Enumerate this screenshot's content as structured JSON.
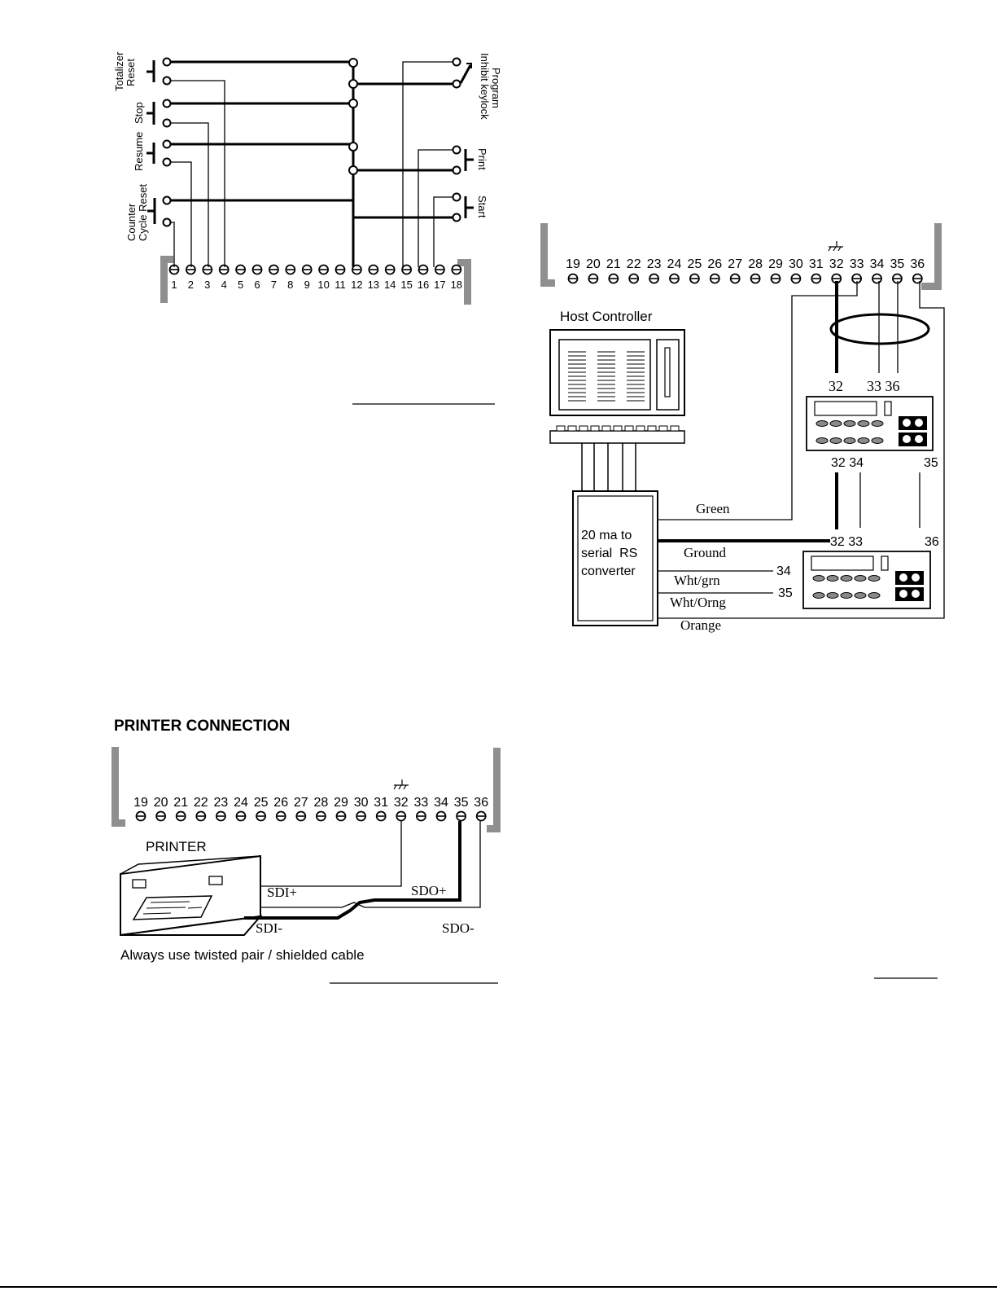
{
  "switch_wiring": {
    "left_switches": [
      "Totalizer Reset",
      "Stop",
      "Resume",
      "Cycle Reset",
      "Counter"
    ],
    "left_switch_lines": {
      "totalizer": [
        "Totalizer",
        "Reset"
      ],
      "stop": "Stop",
      "resume": "Resume",
      "counter": [
        "Counter",
        "Cycle Reset"
      ]
    },
    "right_switch_lines": {
      "program": [
        "Program",
        "Inhibit keylock"
      ],
      "print": "Print",
      "start": "Start"
    },
    "terminals": [
      "1",
      "2",
      "3",
      "4",
      "5",
      "6",
      "7",
      "8",
      "9",
      "10",
      "11",
      "12",
      "13",
      "14",
      "15",
      "16",
      "17",
      "18"
    ]
  },
  "host_wiring": {
    "terminal_strip": [
      "19",
      "20",
      "21",
      "22",
      "23",
      "24",
      "25",
      "26",
      "27",
      "28",
      "29",
      "30",
      "31",
      "32",
      "33",
      "34",
      "35",
      "36"
    ],
    "host_label": "Host Controller",
    "converter_lines": [
      "20 ma to",
      "serial  RS",
      "converter"
    ],
    "wire_labels": {
      "green": "Green",
      "ground": "Ground",
      "wht_grn": "Wht/grn",
      "wht_orng": "Wht/Orng",
      "orange": "Orange"
    },
    "unit1_top_labels": [
      "32",
      "33 36"
    ],
    "unit1_bottom_labels": [
      "32 34",
      "35"
    ],
    "unit2_top_labels": [
      "32 33",
      "36"
    ],
    "unit2_side_labels": [
      "34",
      "35"
    ]
  },
  "printer_connection": {
    "title": "PRINTER CONNECTION",
    "terminal_strip": [
      "19",
      "20",
      "21",
      "22",
      "23",
      "24",
      "25",
      "26",
      "27",
      "28",
      "29",
      "30",
      "31",
      "32",
      "33",
      "34",
      "35",
      "36"
    ],
    "printer_label": "PRINTER",
    "sdi_plus": "SDI+",
    "sdi_minus": "SDI-",
    "sdo_plus": "SDO+",
    "sdo_minus": "SDO-",
    "caption": "Always use twisted pair / shielded cable"
  }
}
